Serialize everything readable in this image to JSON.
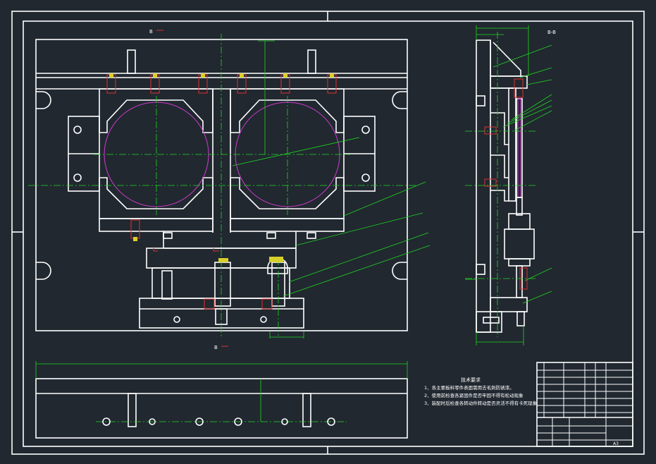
{
  "views": {
    "top_section": "B",
    "bottom_section": "B",
    "side_section": "B-B"
  },
  "notes": {
    "title": "技术要求",
    "items": [
      "1、各主要板料零件表面需用去毛刺防锈漆。",
      "2、使用前检查各紧固件是否牢固不得有松动现象",
      "3、装配时后检查各转动件转动是否灵活不得有卡死现象"
    ]
  },
  "title_block": {
    "sheet": "A3"
  },
  "colors": {
    "background": "#212830",
    "outline": "#ffffff",
    "centerline": "#1fd61f",
    "circle": "#d13ad1",
    "thread": "#e03030",
    "hatch": "#d8d02a"
  }
}
